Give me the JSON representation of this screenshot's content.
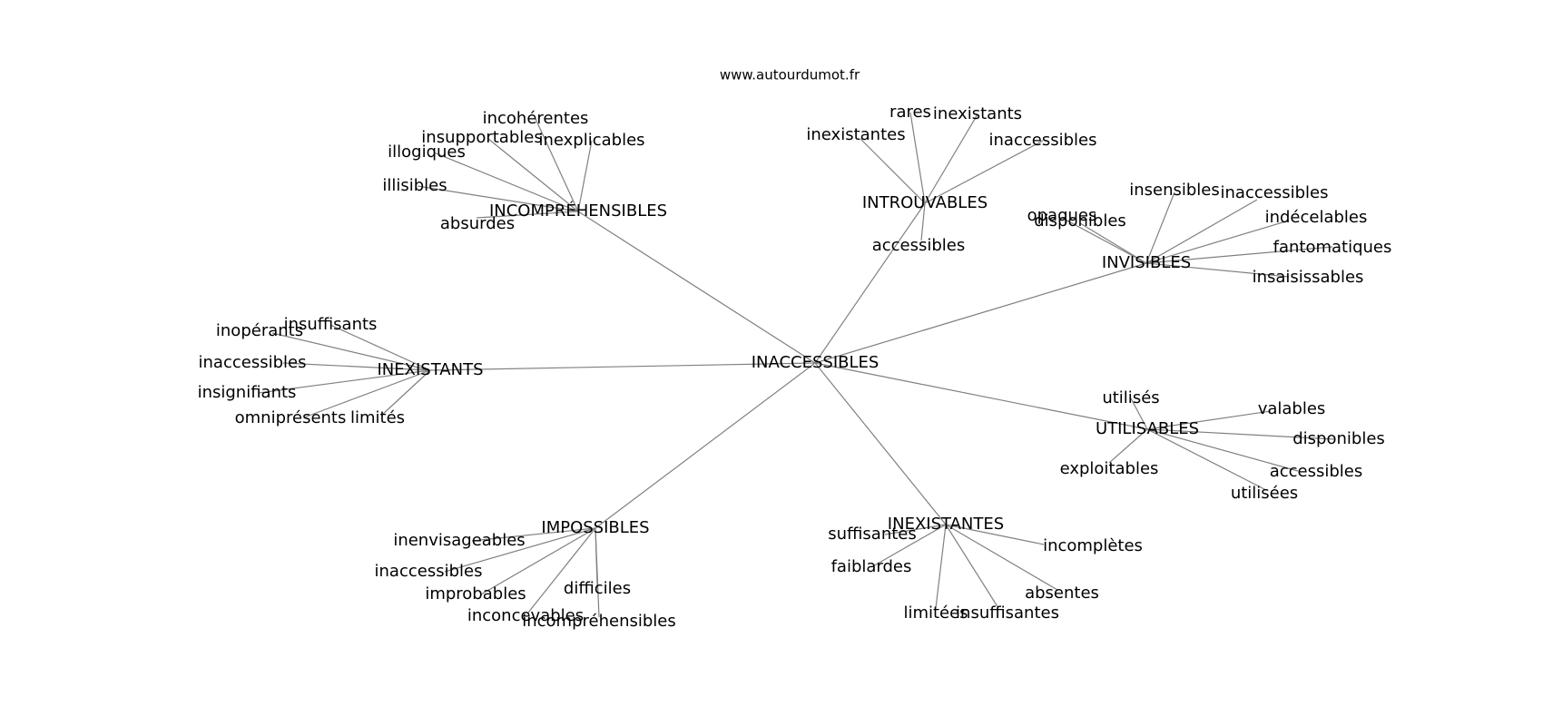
{
  "site": "www.autourdumot.fr",
  "graph": {
    "root": "INACCESSIBLES",
    "clusters": [
      {
        "label": "INCOMPRÉHENSIBLES",
        "words": [
          "incohérentes",
          "insupportables",
          "inexplicables",
          "illogiques",
          "illisibles",
          "absurdes"
        ]
      },
      {
        "label": "INTROUVABLES",
        "words": [
          "rares",
          "inexistants",
          "inexistantes",
          "inaccessibles",
          "accessibles"
        ]
      },
      {
        "label": "INVISIBLES",
        "words": [
          "insensibles",
          "inaccessibles",
          "indécelables",
          "fantomatiques",
          "insaisissables",
          "opaques",
          "disponibles"
        ]
      },
      {
        "label": "INEXISTANTS",
        "words": [
          "insuffisants",
          "inopérants",
          "inaccessibles",
          "insignifiants",
          "omniprésents",
          "limités"
        ]
      },
      {
        "label": "UTILISABLES",
        "words": [
          "utilisés",
          "valables",
          "disponibles",
          "accessibles",
          "utilisées",
          "exploitables"
        ]
      },
      {
        "label": "IMPOSSIBLES",
        "words": [
          "inenvisageables",
          "inaccessibles",
          "improbables",
          "inconcevables",
          "incompréhensibles",
          "difficiles"
        ]
      },
      {
        "label": "INEXISTANTES",
        "words": [
          "suffisantes",
          "faiblardes",
          "limitées",
          "insuffisantes",
          "absentes",
          "incomplètes"
        ]
      }
    ]
  }
}
